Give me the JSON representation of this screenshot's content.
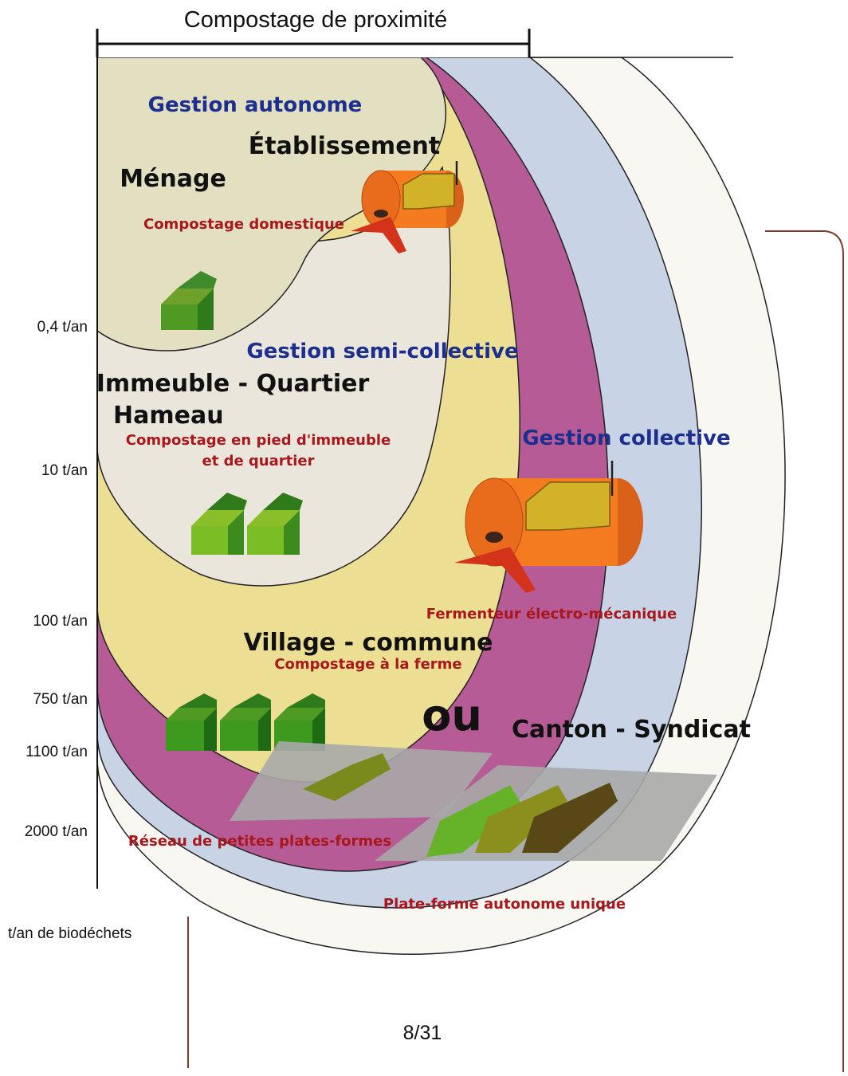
{
  "header": {
    "title": "Compostage de proximité"
  },
  "axis": {
    "ticks": [
      "0,4 t/an",
      "10 t/an",
      "100 t/an",
      "750 t/an",
      "1100 t/an",
      "2000 t/an"
    ],
    "unit_label": "t/an de biodéchets"
  },
  "zones": {
    "gestion_autonome": "Gestion autonome",
    "etablissement": "Établissement",
    "menage": "Ménage",
    "compostage_domestique": "Compostage domestique",
    "gestion_semi_collective": "Gestion semi-collective",
    "immeuble_quartier": "Immeuble - Quartier",
    "hameau": "Hameau",
    "compostage_pied_1": "Compostage en pied d'immeuble",
    "compostage_pied_2": "et de quartier",
    "gestion_collective": "Gestion collective",
    "fermenteur": "Fermenteur électro-mécanique",
    "village_commune": "Village - commune",
    "compostage_ferme": "Compostage à la ferme",
    "ou": "ou",
    "canton_syndicat": "Canton - Syndicat",
    "reseau": "Réseau de petites plates-formes",
    "plateforme_unique": "Plate-forme autonome unique"
  },
  "footer": {
    "page_number": "8/31"
  },
  "colors": {
    "outer_white": "#f8f7f1",
    "light_blue": "#c8d3e6",
    "magenta": "#b65b96",
    "yellow": "#ecdf94",
    "khaki": "#e3e0c2",
    "beige": "#ebe6dc",
    "orange": "#f47b20",
    "bin_green": "#3c9a2c"
  }
}
